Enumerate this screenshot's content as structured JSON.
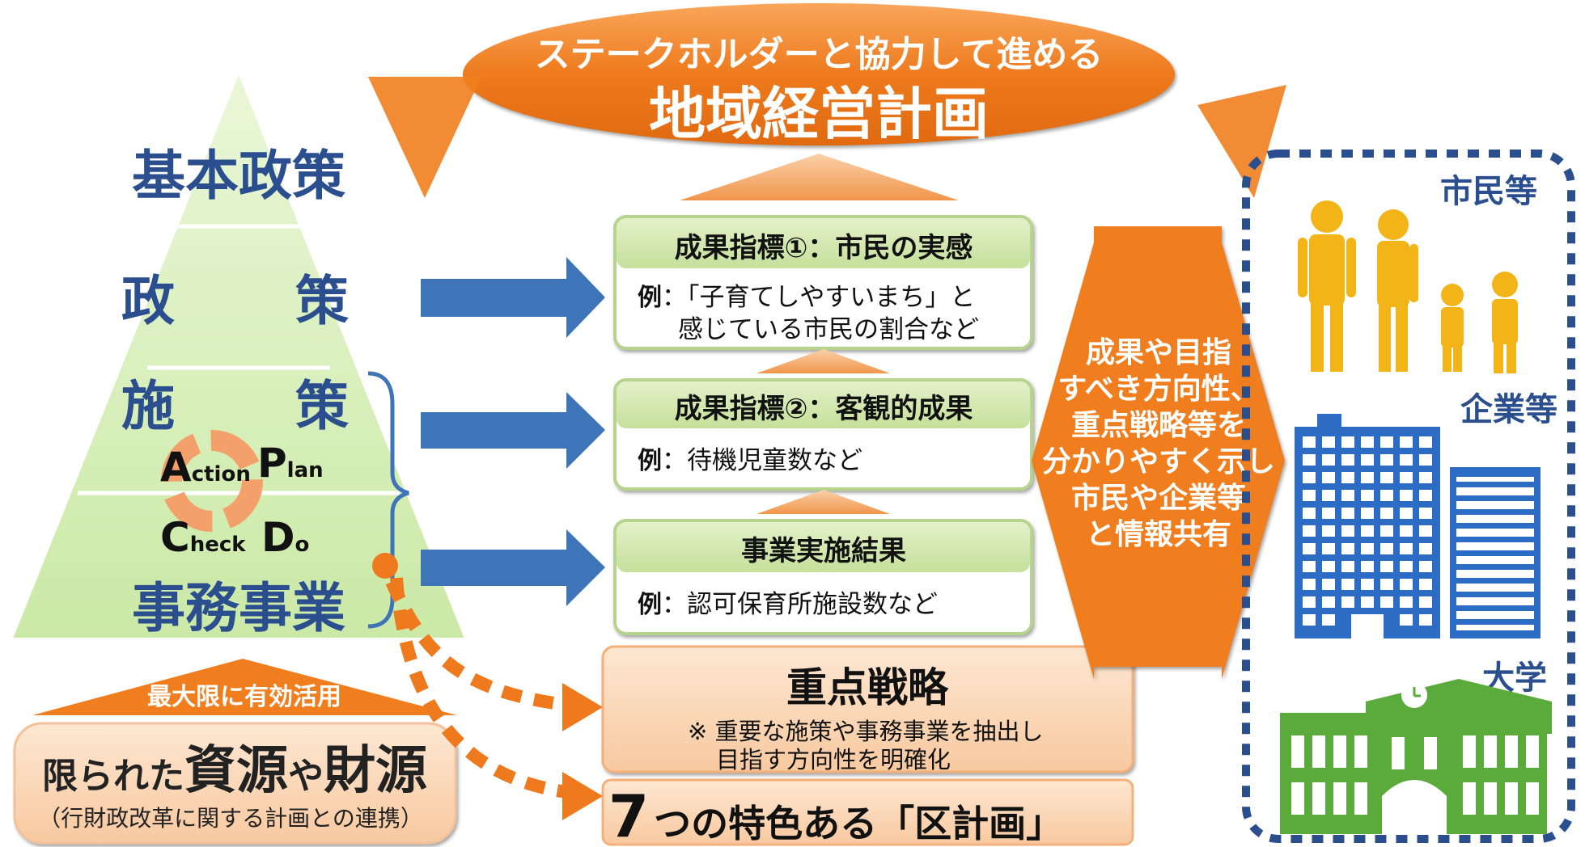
{
  "header": {
    "line1": "ステークホルダーと協力して進める",
    "line2": "地域経営計画"
  },
  "pyramid": {
    "level1": "基本政策",
    "level2_a": "政",
    "level2_b": "策",
    "level3_a": "施",
    "level3_b": "策",
    "level4": "事務事業",
    "pdca": {
      "action_cap": "A",
      "action_rest": "ction",
      "plan_cap": "P",
      "plan_rest": "lan",
      "check_cap": "C",
      "check_rest": "heck",
      "do_cap": "D",
      "do_rest": "o"
    }
  },
  "resources": {
    "banner": "最大限に有効活用",
    "title_a": "限られた",
    "title_b": "資源",
    "title_c": "や",
    "title_d": "財源",
    "sub": "（行財政改革に関する計画との連携）"
  },
  "indicators": [
    {
      "title": "成果指標①：市民の実感",
      "example_label": "例",
      "example_line1": "：「子育てしやすいまち」と",
      "example_line2": "感じている市民の割合など"
    },
    {
      "title": "成果指標②：客観的成果",
      "example_label": "例",
      "example_line1": "：待機児童数など",
      "example_line2": ""
    },
    {
      "title": "事業実施結果",
      "example_label": "例",
      "example_line1": "：認可保育所施設数など",
      "example_line2": ""
    }
  ],
  "strategy": {
    "title": "重点戦略",
    "note_line1": "※ 重要な施策や事務事業を抽出し",
    "note_line2": "目指す方向性を明確化"
  },
  "ward_plan": {
    "num": "7",
    "text": "つの特色ある「区計画」"
  },
  "center_arrow_lines": [
    "成果や目指",
    "すべき方向性、",
    "重点戦略等を",
    "分かりやすく示し",
    "市民や企業等",
    "と情報共有"
  ],
  "stakeholders": {
    "citizens": "市民等",
    "companies": "企業等",
    "university": "大学"
  },
  "colors": {
    "orange": "#F07E1E",
    "blue_text": "#2B4F8E",
    "arrow_blue": "#3E74B8",
    "pyramid_green": "#D6EFB8",
    "box_header_green": "#CFE6A8",
    "people_yellow": "#F2B417",
    "building_blue": "#2D6CC4",
    "school_green": "#5BAA3C"
  }
}
